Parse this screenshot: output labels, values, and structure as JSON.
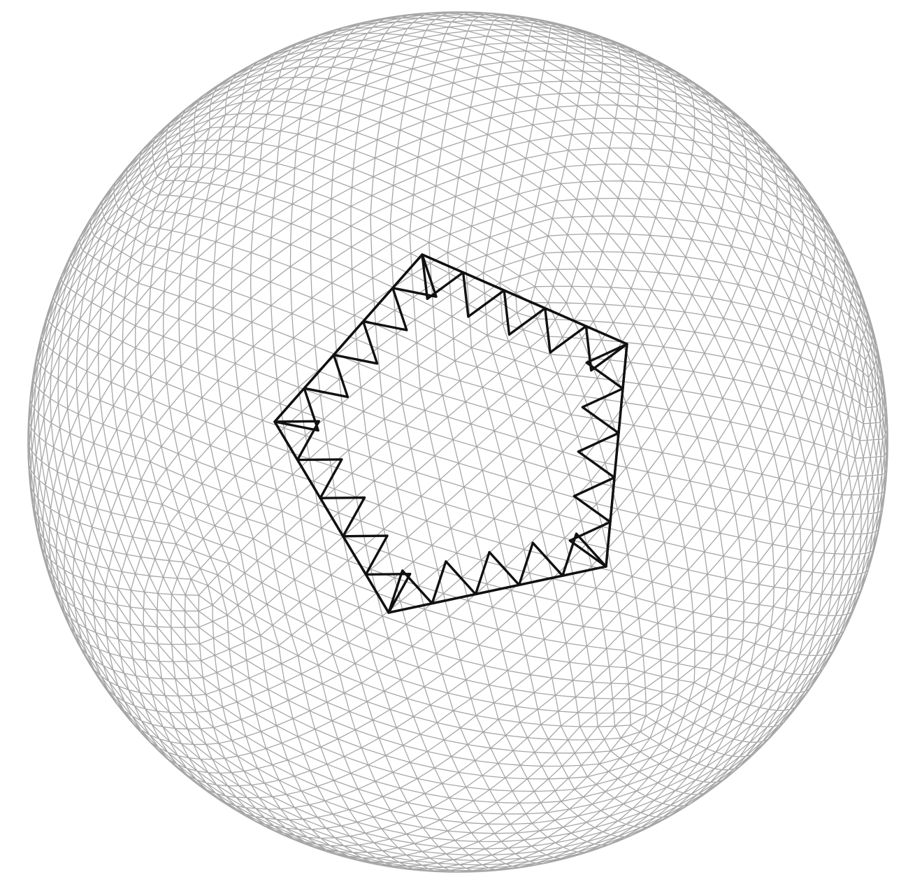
{
  "figure": {
    "kind": "geodesic-sphere-wireframe",
    "mesh_color": "#a6a6a6",
    "highlight_color": "#111111",
    "background_color": "#ffffff",
    "highlight_shape": "pentagon",
    "highlight_element": "triangle",
    "highlight_vertex_count": 5,
    "highlight_triangles_per_side": 5
  }
}
